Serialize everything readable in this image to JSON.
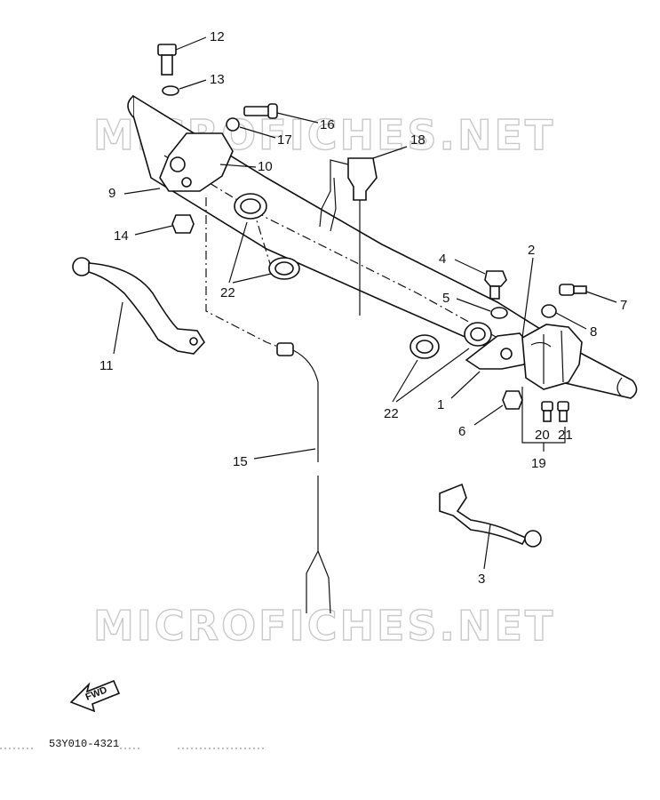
{
  "watermark": "MICROFICHES.NET",
  "drawing_code": "53Y010-4321",
  "fwd_label": "FWD",
  "callouts": {
    "c1": "1",
    "c2": "2",
    "c3": "3",
    "c4": "4",
    "c5": "5",
    "c6": "6",
    "c7": "7",
    "c8": "8",
    "c9": "9",
    "c10": "10",
    "c11": "11",
    "c12": "12",
    "c13": "13",
    "c14": "14",
    "c15": "15",
    "c16": "16",
    "c17": "17",
    "c18": "18",
    "c19": "19",
    "c20": "20",
    "c21": "21",
    "c22a": "22",
    "c22b": "22"
  }
}
